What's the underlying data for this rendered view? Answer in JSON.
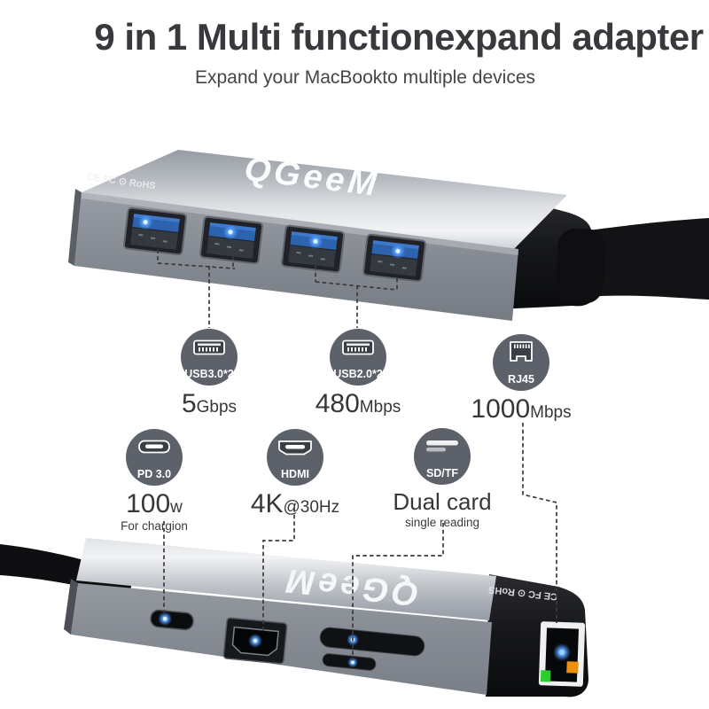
{
  "header": {
    "title": "9 in 1 Multi functionexpand adapter",
    "subtitle": "Expand your MacBookto multiple devices"
  },
  "devices": {
    "top": {
      "brand": "QGeeM",
      "marking": "CE FC ⊙ RoHS",
      "ports": [
        "USB-A 3.0",
        "USB-A 3.0",
        "USB-A 2.0",
        "USB-A 2.0"
      ]
    },
    "bottom": {
      "brand": "QGeeM",
      "marking": "CE FC ⊙ RoHS",
      "ports": [
        "USB-C PD",
        "HDMI",
        "SD card slot",
        "TF card slot",
        "RJ45 Ethernet"
      ]
    }
  },
  "features": {
    "row1": [
      {
        "port_label": "USB3.0*2",
        "value": "5",
        "unit": "Gbps"
      },
      {
        "port_label": "USB2.0*2",
        "value": "480",
        "unit": "Mbps"
      },
      {
        "port_label": "RJ45",
        "value": "1000",
        "unit": "Mbps"
      }
    ],
    "row2": [
      {
        "port_label": "PD 3.0",
        "value": "100",
        "unit": "w",
        "note": "For chargion"
      },
      {
        "port_label": "HDMI",
        "value": "4K",
        "unit": "@30Hz"
      },
      {
        "port_label": "SD/TF",
        "value": "Dual card",
        "unit": "",
        "note": "single reading"
      }
    ]
  },
  "colors": {
    "badge_bg": "#5c616a",
    "text_dark": "#3a3a3e",
    "led_blue": "#6ab4ff",
    "ethernet_green": "#35cc35",
    "ethernet_orange": "#f09018",
    "device_metal": "#b4b8bf",
    "cable_black": "#131316"
  }
}
